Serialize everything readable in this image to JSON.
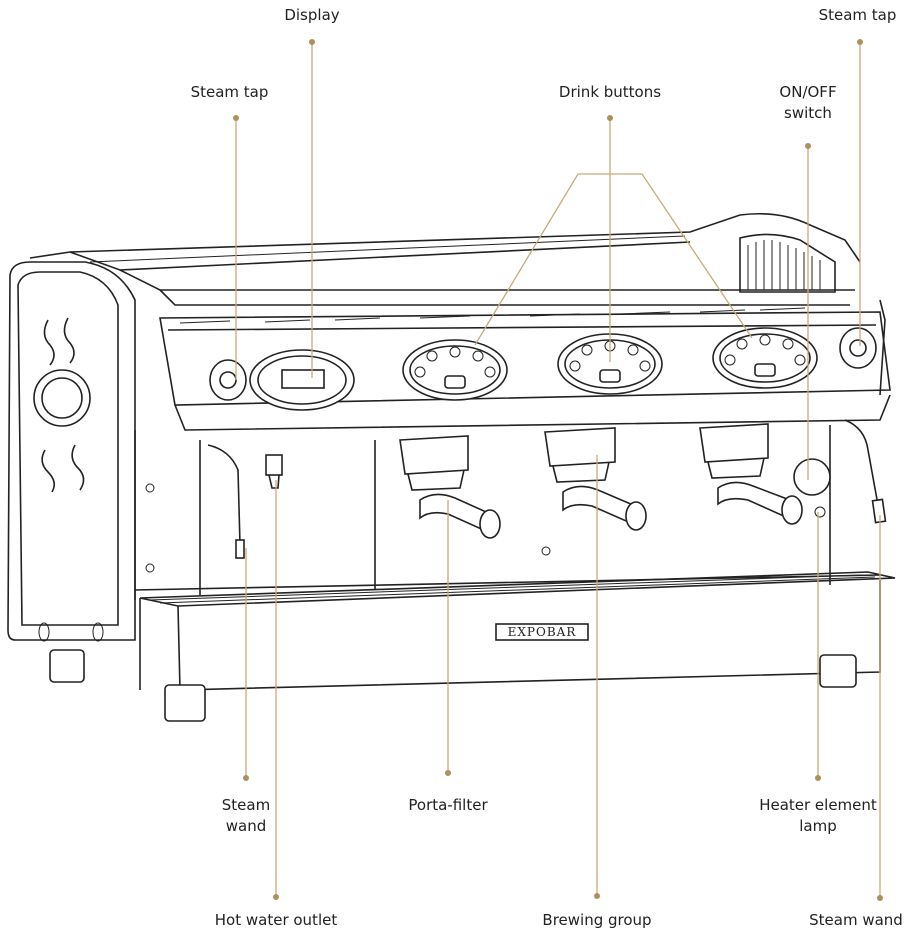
{
  "labels": {
    "display": "Display",
    "steam_tap_left": "Steam tap",
    "steam_tap_right": "Steam tap",
    "drink_buttons": "Drink buttons",
    "on_off_switch": "ON/OFF\nswitch",
    "steam_wand_left": "Steam\nwand",
    "porta_filter": "Porta-filter",
    "heater_element_lamp": "Heater element\nlamp",
    "hot_water_outlet": "Hot water outlet",
    "brewing_group": "Brewing group",
    "steam_wand_right": "Steam wand"
  },
  "brand": "EXPOBAR",
  "colors": {
    "leader": "#c9aa7a",
    "leader_dot": "#b08f5c",
    "outline": "#222222"
  }
}
